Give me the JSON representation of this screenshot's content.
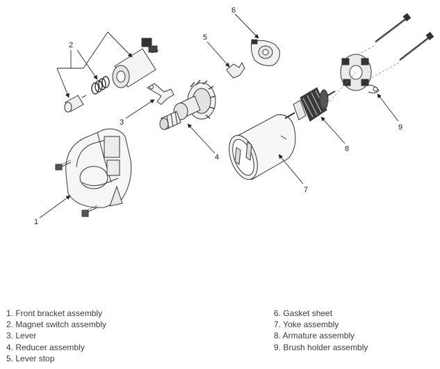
{
  "callouts": {
    "c1": "1",
    "c2": "2",
    "c3": "3",
    "c4": "4",
    "c5": "5",
    "c6": "6",
    "c7": "7",
    "c8": "8",
    "c9": "9"
  },
  "legend": {
    "left": [
      "1. Front bracket assembly",
      "2. Magnet switch assembly",
      "3. Lever",
      "4. Reducer assembly",
      "5. Lever stop"
    ],
    "right": [
      "6. Gasket sheet",
      "7. Yoke assembly",
      "8. Armature assembly",
      "9. Brush holder assembly"
    ]
  },
  "colors": {
    "line": "#333333",
    "part_fill": "#f4f4f4",
    "dark": "#2a2a2a"
  }
}
